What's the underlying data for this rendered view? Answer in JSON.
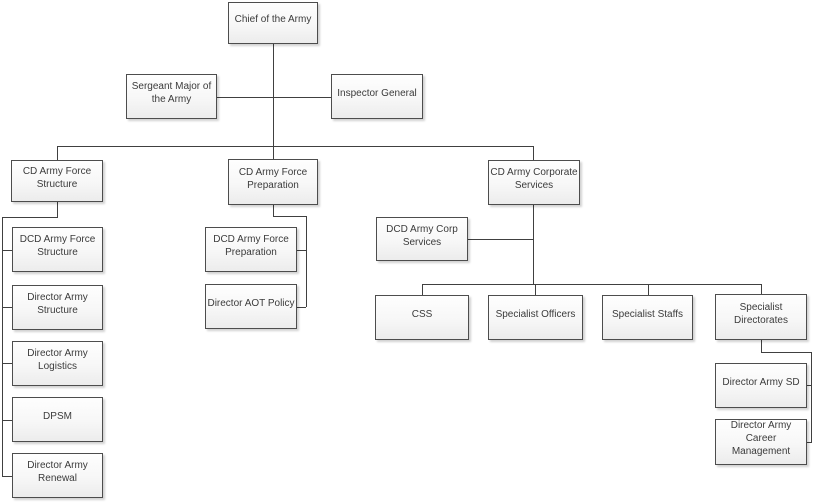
{
  "diagram": {
    "type": "org-chart",
    "colors": {
      "background": "#ffffff",
      "box_border": "#4d4d4d",
      "box_fill_top": "#fefefe",
      "box_fill_bottom": "#ececec",
      "connector": "#404040",
      "text": "#3b3b3b"
    }
  },
  "nodes": {
    "chief": {
      "label": "Chief of the Army"
    },
    "sergeant_major": {
      "label": "Sergeant Major of the Army"
    },
    "inspector_general": {
      "label": "Inspector General"
    },
    "cd_army_force_structure": {
      "label": "CD Army Force Structure"
    },
    "cd_army_force_preparation": {
      "label": "CD Army Force Preparation"
    },
    "cd_army_corporate_services": {
      "label": "CD Army Corporate Services"
    },
    "dcd_army_force_structure": {
      "label": "DCD Army Force Structure"
    },
    "director_army_structure": {
      "label": "Director Army Structure"
    },
    "director_army_logistics": {
      "label": "Director Army Logistics"
    },
    "dpsm": {
      "label": "DPSM"
    },
    "director_army_renewal": {
      "label": "Director Army Renewal"
    },
    "dcd_army_force_preparation": {
      "label": "DCD Army Force Preparation"
    },
    "director_aot_policy": {
      "label": "Director AOT Policy"
    },
    "dcd_army_corp_services": {
      "label": "DCD Army Corp Services"
    },
    "css": {
      "label": "CSS"
    },
    "specialist_officers": {
      "label": "Specialist Officers"
    },
    "specialist_staffs": {
      "label": "Specialist Staffs"
    },
    "specialist_directorates": {
      "label": "Specialist Directorates"
    },
    "director_army_sd": {
      "label": "Director Army SD"
    },
    "director_army_career_management": {
      "label": "Director Army Career Management"
    }
  }
}
